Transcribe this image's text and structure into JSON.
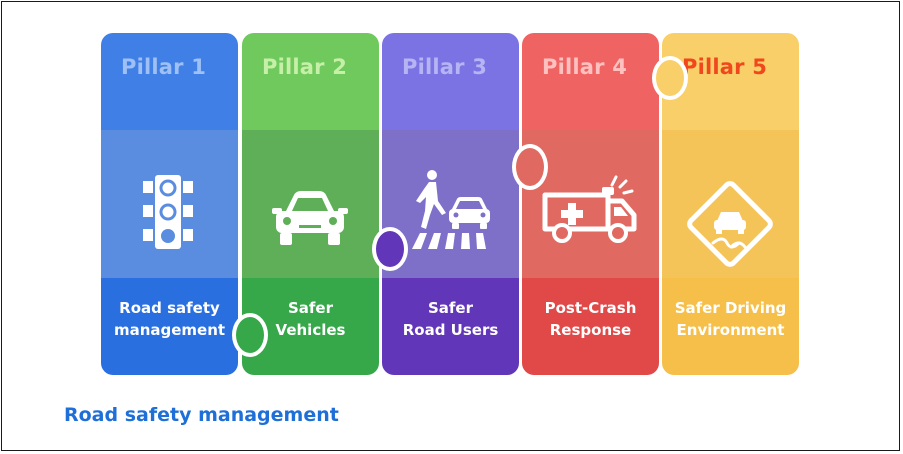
{
  "pillars": [
    {
      "title": "Pillar 1",
      "label_line1": "Road safety",
      "label_line2": "management",
      "icon": "traffic-light-icon",
      "colors": {
        "top": "#3f7fe6",
        "mid": "#5a8de0",
        "bot": "#2a6fe0",
        "title": "#9ec0f5"
      }
    },
    {
      "title": "Pillar 2",
      "label_line1": "Safer",
      "label_line2": "Vehicles",
      "icon": "car-icon",
      "colors": {
        "top": "#6fc95c",
        "mid": "#5fae58",
        "bot": "#36a84a",
        "title": "#c6f0a8"
      }
    },
    {
      "title": "Pillar 3",
      "label_line1": "Safer",
      "label_line2": "Road Users",
      "icon": "pedestrian-crossing-icon",
      "colors": {
        "top": "#7b73e3",
        "mid": "#7e6fc8",
        "bot": "#6236b8",
        "title": "#b7b4f3"
      }
    },
    {
      "title": "Pillar 4",
      "label_line1": "Post-Crash",
      "label_line2": "Response",
      "icon": "ambulance-icon",
      "colors": {
        "top": "#f06363",
        "mid": "#e06a62",
        "bot": "#e14848",
        "title": "#ffc0c0"
      }
    },
    {
      "title": "Pillar 5",
      "label_line1": "Safer Driving",
      "label_line2": "Environment",
      "icon": "slippery-road-sign-icon",
      "colors": {
        "top": "#f8cf68",
        "mid": "#f5c459",
        "bot": "#f5bf49",
        "title": "#f0471d"
      }
    }
  ],
  "footer": {
    "title": "Road safety management"
  }
}
